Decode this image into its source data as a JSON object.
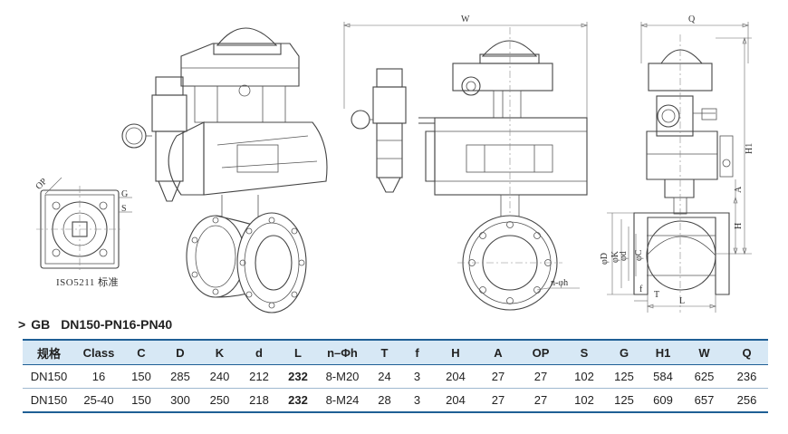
{
  "drawing": {
    "dim_W": "W",
    "dim_Q": "Q",
    "dim_H1": "H1",
    "dim_H": "H",
    "dim_A": "A",
    "dim_L": "L",
    "dim_T": "T",
    "dim_f": "f",
    "dim_phiD": "φD",
    "dim_phiK": "φK",
    "dim_phid": "φd",
    "dim_phiC": "φC",
    "dim_nphih": "n-φh",
    "dim_OP": "OP",
    "dim_G": "G",
    "dim_S": "S",
    "iso_label": "ISO5211 标准"
  },
  "title": {
    "arrow": ">",
    "standard": "GB",
    "spec": "DN150-PN16-PN40"
  },
  "table": {
    "headers": [
      "规格",
      "Class",
      "C",
      "D",
      "K",
      "d",
      "L",
      "n–Φh",
      "T",
      "f",
      "H",
      "A",
      "OP",
      "S",
      "G",
      "H1",
      "W",
      "Q"
    ],
    "rows": [
      [
        "DN150",
        "16",
        "150",
        "285",
        "240",
        "212",
        "232",
        "8-M20",
        "24",
        "3",
        "204",
        "27",
        "27",
        "102",
        "125",
        "584",
        "625",
        "236"
      ],
      [
        "DN150",
        "25-40",
        "150",
        "300",
        "250",
        "218",
        "232",
        "8-M24",
        "28",
        "3",
        "204",
        "27",
        "27",
        "102",
        "125",
        "609",
        "657",
        "256"
      ]
    ]
  }
}
